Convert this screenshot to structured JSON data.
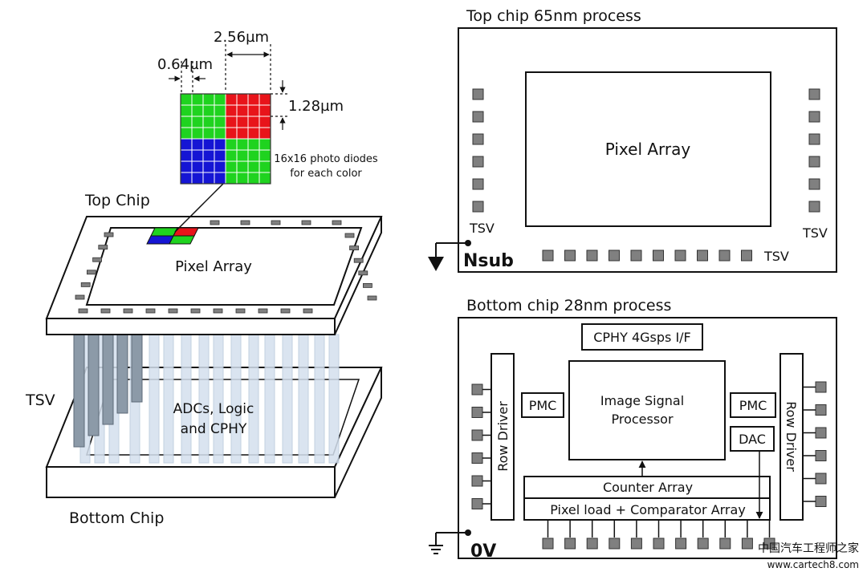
{
  "left": {
    "dim_pitch": "2.56µm",
    "dim_pixel": "0.64µm",
    "dim_height": "1.28µm",
    "photodiode_note_1": "16x16 photo diodes",
    "photodiode_note_2": "for each color",
    "top_chip_label": "Top Chip",
    "pixel_array_label": "Pixel Array",
    "tsv_label": "TSV",
    "bottom_line_1": "ADCs, Logic",
    "bottom_line_2": "and CPHY",
    "bottom_chip_label": "Bottom Chip"
  },
  "top_panel": {
    "title": "Top chip 65nm process",
    "pixel_array": "Pixel Array",
    "tsv_left": "TSV",
    "tsv_right": "TSV",
    "tsv_bottom": "TSV",
    "ground": "Nsub"
  },
  "bottom_panel": {
    "title": "Bottom chip 28nm process",
    "cphy": "CPHY 4Gsps I/F",
    "isp_line_1": "Image Signal",
    "isp_line_2": "Processor",
    "pmc_left": "PMC",
    "pmc_right": "PMC",
    "dac": "DAC",
    "row_driver_left": "Row Driver",
    "row_driver_right": "Row Driver",
    "counter_array": "Counter Array",
    "comparator_array": "Pixel load + Comparator Array",
    "ground": "0V"
  },
  "watermark": {
    "line1": "中国汽车工程师之家",
    "line2": "www.cartech8.com"
  },
  "colors": {
    "green": "#1fd31f",
    "red": "#e8141a",
    "blue": "#1515d4",
    "pad_fill": "#808080",
    "tsv_dark": "#8c9aa8",
    "tsv_light": "#d4e0ee"
  }
}
